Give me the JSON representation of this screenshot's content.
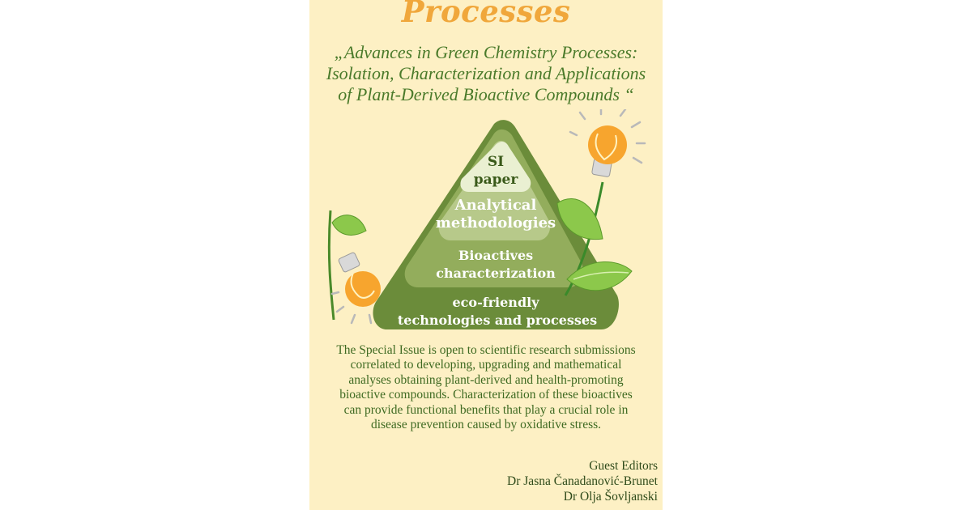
{
  "journal": {
    "title": "Processes"
  },
  "special_issue": {
    "title_lines": [
      "„Advances in Green Chemistry Processes:",
      "Isolation, Characterization and Applications",
      "of Plant-Derived Bioactive Compounds “"
    ]
  },
  "pyramid": {
    "tier1": {
      "line1": "SI",
      "line2": "paper"
    },
    "tier2": {
      "line1": "Analytical",
      "line2": "methodologies"
    },
    "tier3": {
      "line1": "Bioactives",
      "line2": "characterization"
    },
    "tier4": {
      "line1": "eco-friendly",
      "line2": "technologies and processes"
    }
  },
  "description_lines": [
    "The Special Issue is open to scientific research submissions",
    "correlated to developing, upgrading and mathematical",
    "analyses obtaining plant-derived  and health-promoting",
    "bioactive compounds. Characterization of these bioactives",
    "can provide  functional benefits  that play a crucial role in",
    "disease prevention  caused by oxidative stress."
  ],
  "editors": {
    "heading": "Guest Editors",
    "names": [
      "Dr Jasna Čanadanović-Brunet",
      "Dr Olja Šovljanski"
    ]
  },
  "colors": {
    "background": "#fdf0c4",
    "title_orange": "#f0a73b",
    "text_green": "#4a7a2a",
    "pyramid_dark": "#6b8c3a",
    "pyramid_mid": "#93ad5c",
    "pyramid_light": "#b7c98a",
    "pyramid_top": "#eaf0d2",
    "bulb_orange": "#f7a52e",
    "leaf_green": "#7cc242"
  },
  "icons": [
    "lightbulb-icon",
    "leaf-icon"
  ]
}
